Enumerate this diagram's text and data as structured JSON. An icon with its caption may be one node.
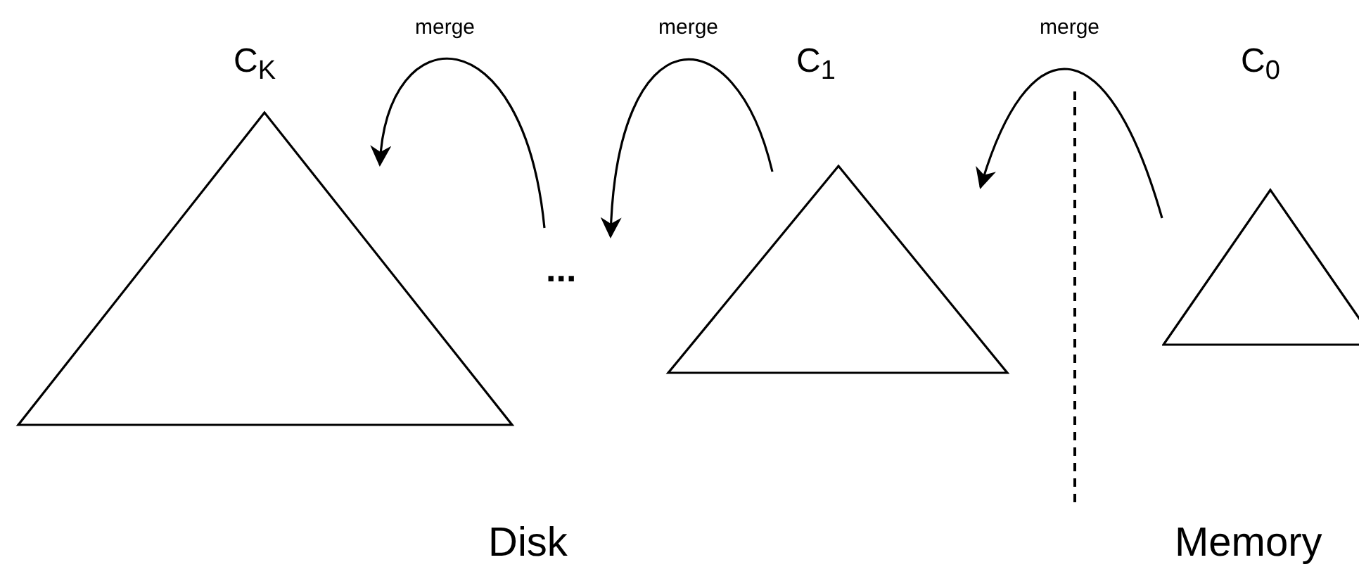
{
  "diagram": {
    "nodes": [
      {
        "text": [
          "C$_{K}$"
        ]
      },
      {
        "text": [
          "..."
        ]
      },
      {
        "text": [
          "C$_{1}$"
        ]
      },
      {
        "text": [
          "C$_{0}$"
        ]
      }
    ],
    "edges": [
      {
        "from": 1,
        "to": 0,
        "arrow": "to",
        "label": "merge"
      },
      {
        "from": 2,
        "to": 1,
        "arrow": "to",
        "label": "merge"
      },
      {
        "from": 3,
        "to": 2,
        "arrow": "to",
        "label": "merge"
      }
    ],
    "labels": [
      "Disk",
      "Memory"
    ]
  }
}
